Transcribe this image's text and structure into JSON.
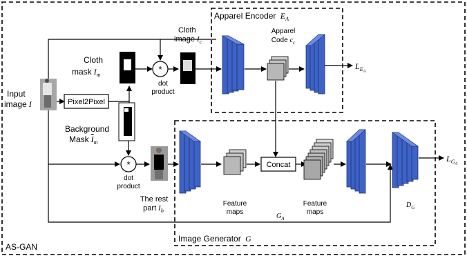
{
  "frame": {
    "label": "AS-GAN"
  },
  "input": {
    "line1": "Input",
    "line2": "image",
    "symbol": "I"
  },
  "pix2pix": {
    "label": "Pixel2Pixel"
  },
  "cloth_mask": {
    "line1": "Cloth",
    "line2": "mask",
    "symbol": "I",
    "sub": "m"
  },
  "background_mask": {
    "line1": "Background",
    "line2": "Mask",
    "symbol": "I",
    "sub": "m"
  },
  "dot_product_top": {
    "symbol": "*",
    "line1": "dot",
    "line2": "product"
  },
  "dot_product_bottom": {
    "symbol": "*",
    "line1": "dot",
    "line2": "product"
  },
  "cloth_image": {
    "line1": "Cloth",
    "line2": "image",
    "symbol": "I",
    "sub": "c"
  },
  "rest_part": {
    "line1": "The rest",
    "line2": "part",
    "symbol": "I",
    "sub": "b"
  },
  "apparel_encoder": {
    "title": "Apparel Encoder",
    "symbol": "E",
    "sub": "A"
  },
  "apparel_code": {
    "line1": "Apparel",
    "line2": "Code",
    "symbol": "c",
    "sub": "c"
  },
  "loss_encoder": {
    "symbol": "L",
    "sub": "E",
    "subsub": "A"
  },
  "image_generator": {
    "title": "Image Generator",
    "symbol": "G"
  },
  "concat": {
    "label": "Concat"
  },
  "feature_maps_1": {
    "line1": "Feature",
    "line2": "maps"
  },
  "feature_maps_2": {
    "line1": "Feature",
    "line2": "maps"
  },
  "generator_sub": {
    "symbol": "G",
    "sub": "A"
  },
  "discriminator": {
    "symbol": "D",
    "sub": "G"
  },
  "loss_generator": {
    "symbol": "L",
    "sub": "G",
    "subsub": "A"
  },
  "colors": {
    "conv_front": "#3d63c8",
    "conv_side": "#2a3f8a",
    "conv_top": "#6b8ae0",
    "map_fill": "#b8b8b8"
  }
}
